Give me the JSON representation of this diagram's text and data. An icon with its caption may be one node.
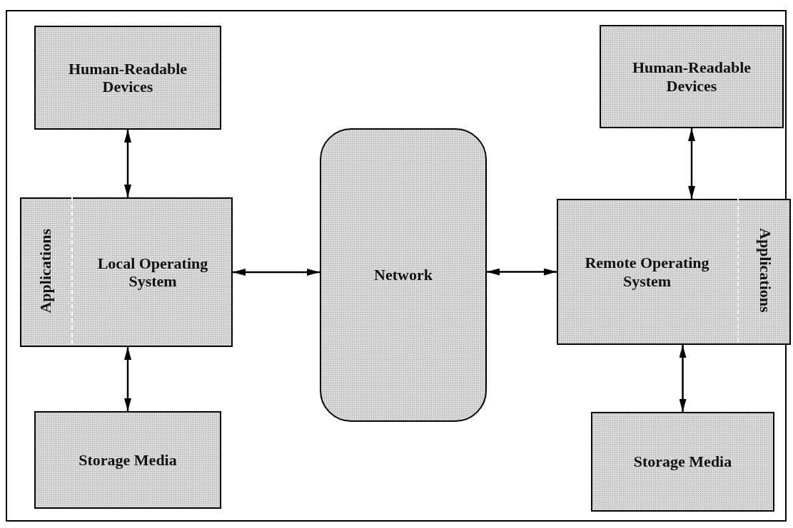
{
  "diagram": {
    "nodes": [
      {
        "text": [
          "Human-Readable Devices"
        ]
      },
      {
        "text": [
          "Local Operating System"
        ]
      },
      {
        "text": [
          "Applications"
        ],
        "in": 1
      },
      {
        "text": [
          "Storage Media"
        ]
      },
      {
        "text": [
          "Network"
        ]
      },
      {
        "text": [
          "Human-Readable Devices"
        ]
      },
      {
        "text": [
          "Remote Operating System"
        ]
      },
      {
        "text": [
          "Applications"
        ],
        "in": 6
      },
      {
        "text": [
          "Storage Media"
        ]
      }
    ],
    "edges": [
      {
        "from": 0,
        "to": 1,
        "arrow": "both"
      },
      {
        "from": 1,
        "to": 3,
        "arrow": "both"
      },
      {
        "from": 1,
        "to": 4,
        "arrow": "both"
      },
      {
        "from": 4,
        "to": 6,
        "arrow": "both"
      },
      {
        "from": 5,
        "to": 6,
        "arrow": "both"
      },
      {
        "from": 6,
        "to": 8,
        "arrow": "both"
      }
    ]
  }
}
